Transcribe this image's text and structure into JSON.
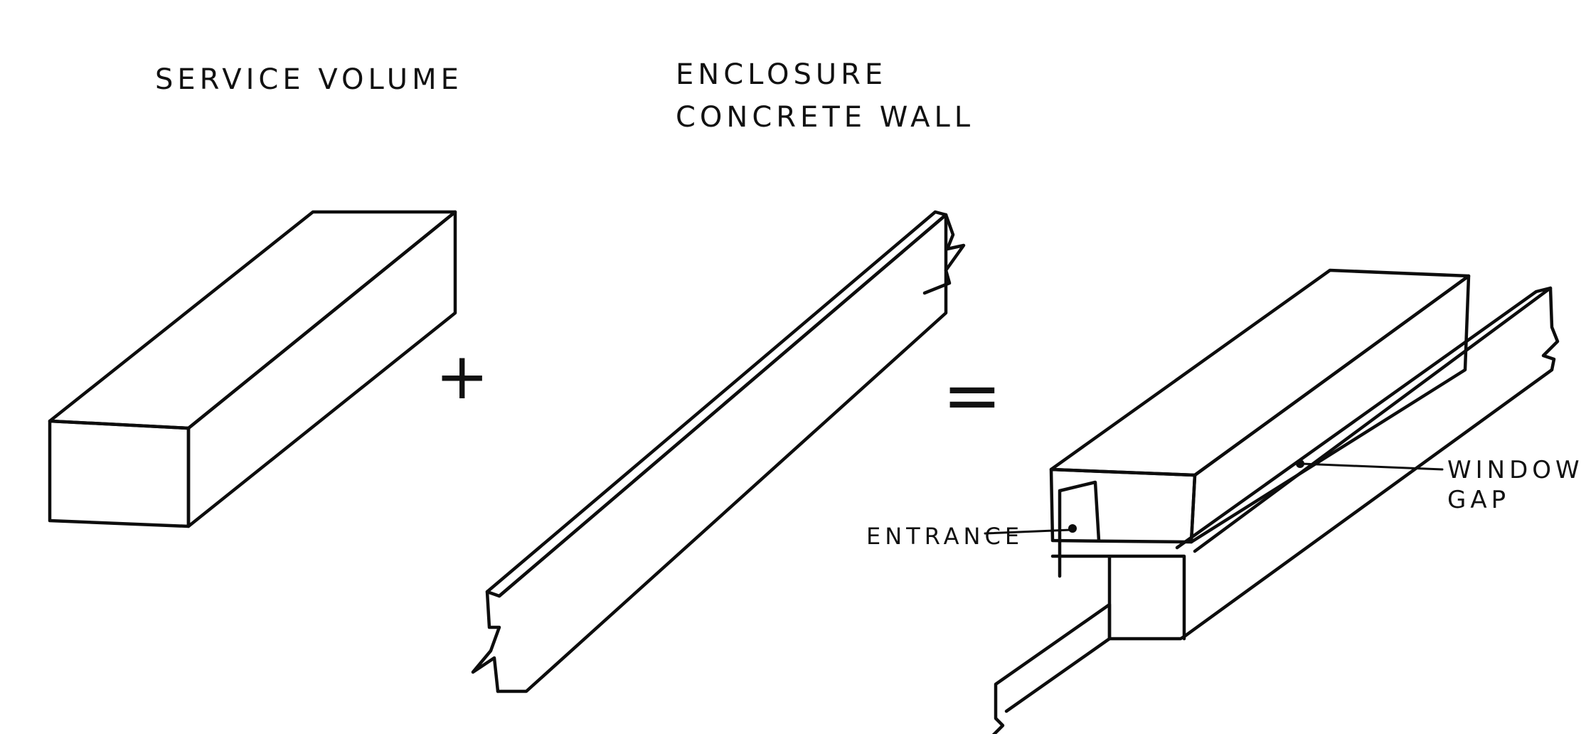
{
  "labels": {
    "service_volume": "SERVICE VOLUME",
    "enclosure_line1": "ENCLOSURE",
    "enclosure_line2": "CONCRETE WALL",
    "plus": "+",
    "equals": "=",
    "entrance": "ENTRANCE",
    "window_line1": "WINDOW",
    "window_line2": "GAP"
  },
  "colors": {
    "volume_fill": "#9fd6cc",
    "ink": "#0d0d0d",
    "paper": "#ffffff"
  }
}
